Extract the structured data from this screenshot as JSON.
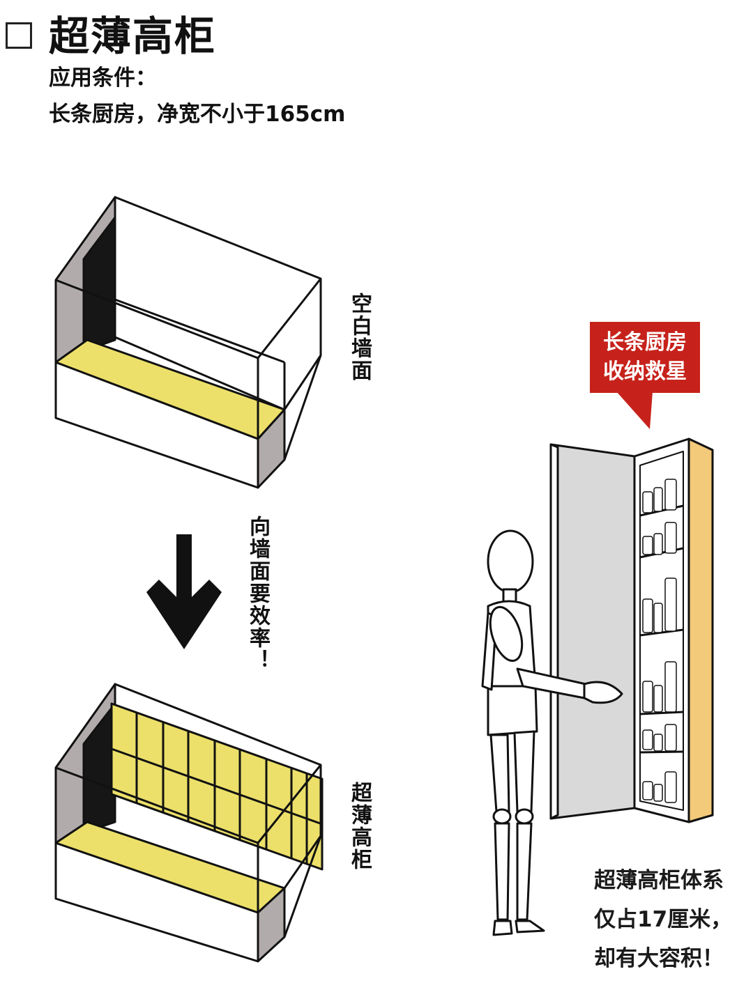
{
  "header": {
    "title": "超薄高柜",
    "condition_label": "应用条件：",
    "condition_text": "长条厨房，净宽不小于165cm"
  },
  "labels": {
    "blank_wall": "空白墙面",
    "slogan": "向墙面要效率！",
    "thin_cabinet": "超薄高柜"
  },
  "callout": {
    "line1": "长条厨房",
    "line2": "收纳救星"
  },
  "note": {
    "line1": "超薄高柜体系",
    "line2": "仅占17厘米，",
    "line3": "却有大容积！"
  },
  "colors": {
    "accent_yellow": "#ece06a",
    "callout_red": "#c6221b",
    "wall_gray": "#b2abab",
    "cabinet_wood": "#f3c97a",
    "door_gray": "#d9d9d9"
  },
  "icons": [
    "checkbox-icon",
    "down-arrow-icon",
    "mannequin-icon",
    "tall-cabinet-icon"
  ]
}
